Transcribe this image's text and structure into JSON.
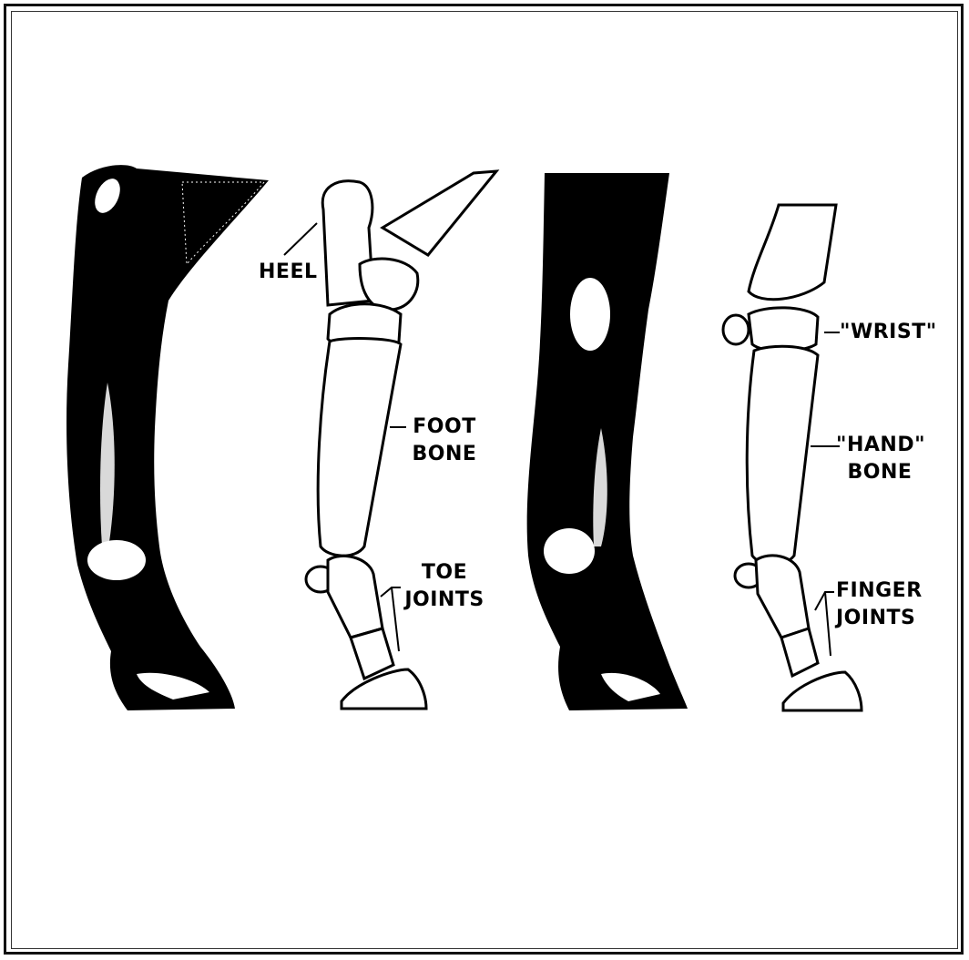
{
  "labels": {
    "heel": "HEEL",
    "foot_bone_1": "FOOT",
    "foot_bone_2": "BONE",
    "toe_joints_1": "TOE",
    "toe_joints_2": "JOINTS",
    "wrist": "\"WRIST\"",
    "hand_bone_1": "\"HAND\"",
    "hand_bone_2": "BONE",
    "finger_joints_1": "FINGER",
    "finger_joints_2": "JOINTS"
  },
  "colors": {
    "ink": "#000000",
    "paper": "#ffffff"
  },
  "icons": [
    "hind-leg-silhouette",
    "hind-leg-skeleton",
    "fore-leg-silhouette",
    "fore-leg-skeleton"
  ]
}
